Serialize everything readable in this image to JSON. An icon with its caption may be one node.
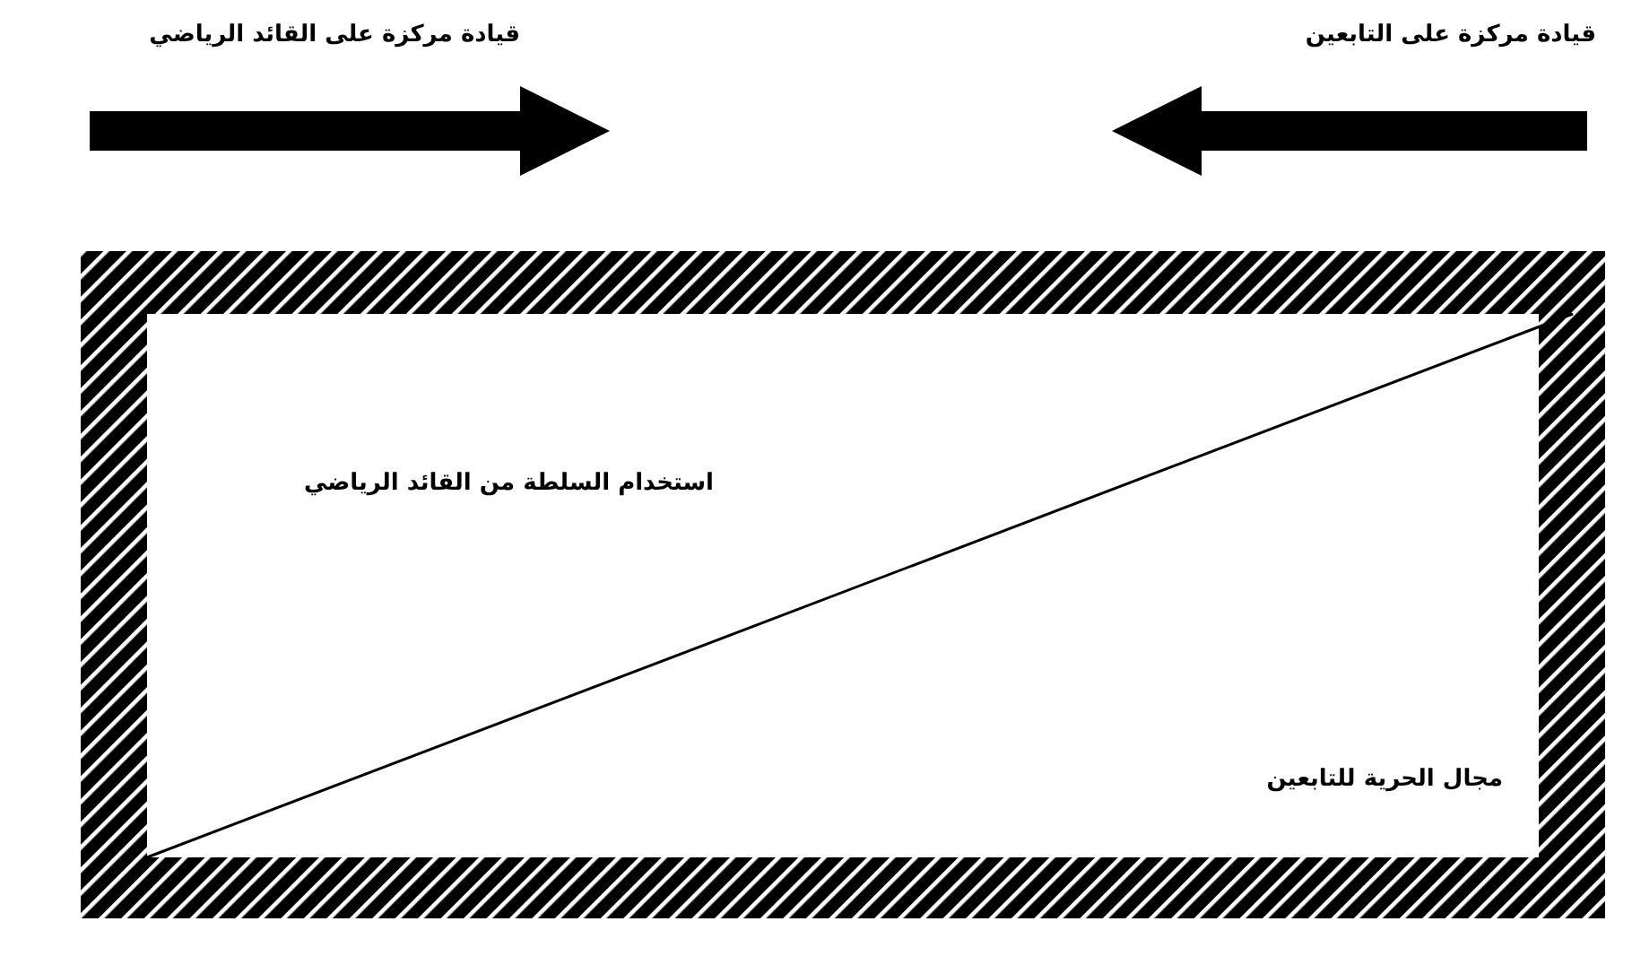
{
  "diagram": {
    "nodes": [
      {
        "text": [
          "استخدام السلطة من القائد الرياضي",
          "مجال الحرية للتابعين"
        ]
      }
    ],
    "labels": [
      "قيادة مركزة على التابعين",
      "قيادة مركزة على القائد الرياضي"
    ]
  }
}
